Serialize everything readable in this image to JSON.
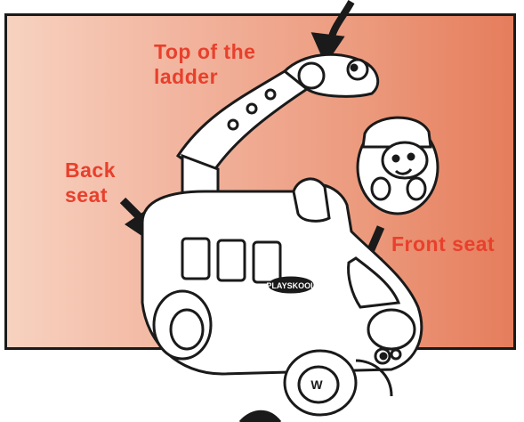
{
  "labels": {
    "top_of_ladder": [
      "Top of the",
      "ladder"
    ],
    "back_seat": [
      "Back",
      "seat"
    ],
    "front_seat": "Front seat"
  },
  "brand_badge": "PLAYSKOOL",
  "wheel_letter": "W",
  "colors": {
    "label_red": "#e8402c",
    "panel_light": "#f7d2c0",
    "panel_dark": "#e57d5c",
    "outline": "#1a1a1a"
  },
  "icons": [
    "down-arrow-icon",
    "fire-truck-toy",
    "weeble-figure"
  ]
}
